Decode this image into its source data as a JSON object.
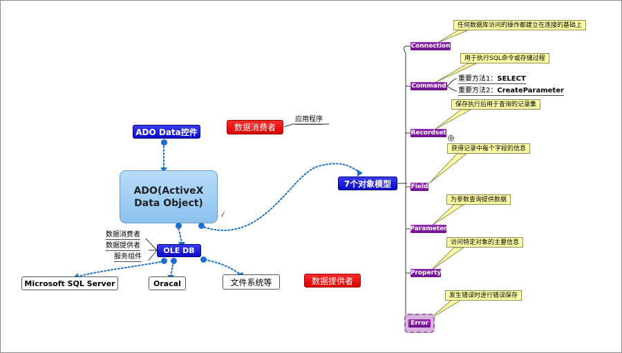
{
  "nodes": {
    "ado_data_control": "ADO Data控件",
    "ado": "ADO(ActiveX Data Object)",
    "ole_db": "OLE DB",
    "sql_server": "Microsoft SQL Server",
    "oracle": "Oracal",
    "file_system": "文件系统等",
    "data_consumer_top": "数据消费者",
    "data_provider_bottom": "数据提供者",
    "seven_object_model": "7个对象模型"
  },
  "ole_labels": [
    "数据消费者",
    "数据提供者",
    "服务组件"
  ],
  "app_label": "应用程序",
  "objects": [
    {
      "name": "Connection",
      "note": "任何数据库访问的操作都建立在连接的基础上"
    },
    {
      "name": "Command",
      "note": "用于执行SQL命令或存储过程"
    },
    {
      "name": "Recordset",
      "note": "保存执行后用于查询的记录集"
    },
    {
      "name": "Field",
      "note": "获得记录中每个字段的信息"
    },
    {
      "name": "Parameter",
      "note": "为参数查询提供数据"
    },
    {
      "name": "Property",
      "note": "访问特定对象的主要信息"
    },
    {
      "name": "Error",
      "note": "发生错误时进行错误保存"
    }
  ],
  "command_methods": [
    {
      "prefix": "重要方法1：",
      "method": "SELECT"
    },
    {
      "prefix": "重要方法2：",
      "method": "CreateParameter"
    }
  ],
  "icons": {
    "expand": "+",
    "attachment": "paperclip-icon"
  },
  "colors": {
    "topic_blue": "#0a0ac8",
    "red_node": "#e00000",
    "object_purple": "#7a1a9a",
    "note_yellow": "#ffffa8",
    "ado_blue": "#a6d0f6",
    "connector_blue": "#1a6ed0"
  }
}
